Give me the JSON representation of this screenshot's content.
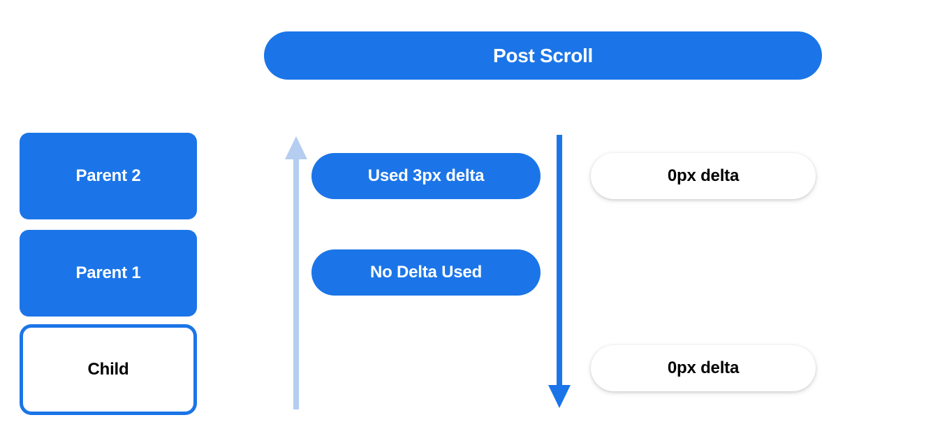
{
  "header": {
    "title": "Post Scroll"
  },
  "colors": {
    "brand_blue": "#1b75e8",
    "arrow_light_blue": "#b4cdf0",
    "arrow_dark_blue": "#1b75e8",
    "text_dark": "#000000",
    "text_light": "#ffffff",
    "background": "#ffffff"
  },
  "left_column": {
    "nodes": [
      {
        "label": "Parent 2",
        "style": "filled"
      },
      {
        "label": "Parent 1",
        "style": "filled"
      },
      {
        "label": "Child",
        "style": "outlined"
      }
    ]
  },
  "arrows": [
    {
      "name": "scroll-bubble-up-arrow",
      "direction": "up",
      "color": "#b4cdf0"
    },
    {
      "name": "scroll-propagate-down-arrow",
      "direction": "down",
      "color": "#1b75e8"
    }
  ],
  "middle_column": {
    "pills": [
      {
        "label": "Used 3px delta",
        "style": "blue"
      },
      {
        "label": "No Delta Used",
        "style": "blue"
      }
    ]
  },
  "right_column": {
    "pills": [
      {
        "label": "0px delta",
        "style": "white"
      },
      {
        "label": "0px delta",
        "style": "white"
      }
    ]
  }
}
